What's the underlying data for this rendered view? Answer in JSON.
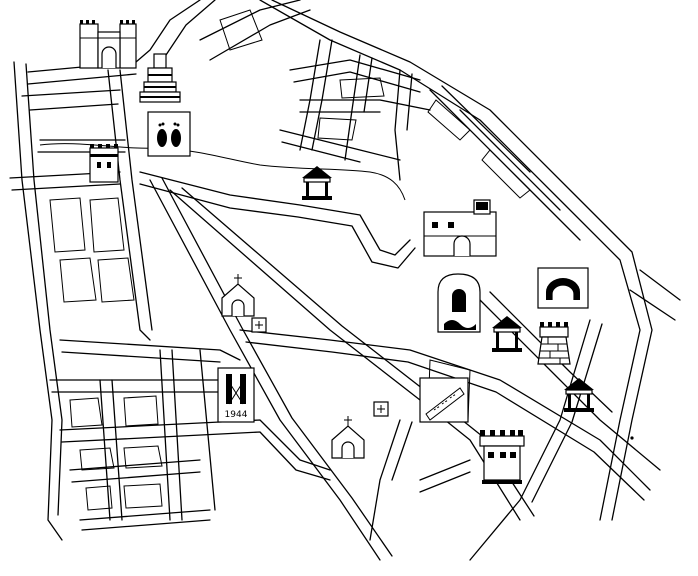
{
  "map": {
    "background": "#ffffff",
    "ink_color": "#000000",
    "landmarks": [
      {
        "id": "city-gate",
        "icon": "twin-tower-gate-icon"
      },
      {
        "id": "stepped-tower",
        "icon": "stepped-tower-icon"
      },
      {
        "id": "footprints",
        "icon": "footprints-icon"
      },
      {
        "id": "small-castle",
        "icon": "small-castle-icon"
      },
      {
        "id": "pavilion-north",
        "icon": "pavilion-icon"
      },
      {
        "id": "fort",
        "icon": "fort-building-icon"
      },
      {
        "id": "chapel-west",
        "icon": "chapel-icon"
      },
      {
        "id": "grotto",
        "icon": "grotto-arch-icon"
      },
      {
        "id": "cave-shrine",
        "icon": "cave-shrine-icon"
      },
      {
        "id": "pavilion-east",
        "icon": "pavilion-icon"
      },
      {
        "id": "brick-tower",
        "icon": "brick-tower-icon"
      },
      {
        "id": "memorial",
        "icon": "memorial-plaque-icon",
        "label": "1944"
      },
      {
        "id": "ruins",
        "icon": "excavation-icon"
      },
      {
        "id": "chapel-south",
        "icon": "chapel-icon"
      },
      {
        "id": "pavilion-southeast",
        "icon": "pavilion-icon"
      },
      {
        "id": "watch-tower",
        "icon": "watch-tower-icon"
      },
      {
        "id": "cemetery-north",
        "icon": "cemetery-cross-icon"
      },
      {
        "id": "cemetery-south",
        "icon": "cemetery-cross-icon"
      }
    ]
  }
}
